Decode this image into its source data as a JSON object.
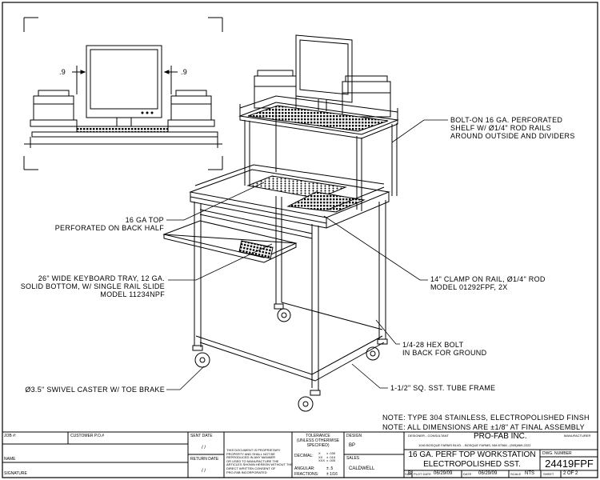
{
  "callouts": {
    "shelf": "BOLT-ON 16 GA. PERFORATED\nSHELF W/ ø1/4\" ROD RAILS\nAROUND OUTSIDE AND DIVIDERS",
    "top": "16 GA TOP\nPERFORATED ON BACK HALF",
    "tray": "26\" WIDE KEYBOARD TRAY, 12 GA.\nSOLID BOTTOM, W/ SINGLE RAIL SLIDE\nMODEL 11234NPF",
    "clamp": "14\" CLAMP ON RAIL, ø1/4\" ROD\nMODEL 01292FPF, 2X",
    "hexbolt": "1/4-28 HEX BOLT\nIN BACK FOR GROUND",
    "caster": "ø3.5\" SWIVEL CASTER W/ TOE BRAKE",
    "frame": "1-1/2\" SQ. SST. TUBE FRAME"
  },
  "dims": {
    "left": ".9",
    "right": ".9"
  },
  "notes": [
    "NOTE: TYPE 304 STAINLESS, ELECTROPOLISHED FINSH",
    "NOTE: ALL DIMENSIONS ARE ±1/8\" AT FINAL ASSEMBLY"
  ],
  "title_block": {
    "job_label": "JOB #:",
    "customer_po_label": "CUSTOMER P.O.#",
    "name_label": "NAME",
    "signature_label": "SIGNATURE",
    "sent_date_label": "SENT DATE",
    "sent_date_value": "/ /",
    "return_date_label": "RETURN DATE",
    "return_date_value": "/ /",
    "proprietary": "THIS DOCUMENT IS PROPRIETARY\nPROPERTY AND SHALL NOT BE\nREPRODUCED IN ANY MANNER\nOR USED TO MANUFACTURE THE\nARTICLES SHOWN HEREON WITHOUT THE\nDIRECT WRITTEN CONSENT OF\nPRO-FAB INCORPORATED",
    "tolerance_title": "TOLERANCE\n(UNLESS OTHERWISE\nSPECIFIED)",
    "tol_decimal_label": "DECIMAL:",
    "tol_decimal_keys": "X\nXX\nXXX",
    "tol_decimal_vals": "± .030\n± .015\n± .005",
    "tol_angular_label": "ANGULAR:",
    "tol_angular_val": "± .5",
    "tol_fraction_label": "FRACTIONS:",
    "tol_fraction_val": "± 1/16",
    "design_label": "DESIGN",
    "design_value": "BP",
    "sales_label": "SALES",
    "sales_value": "CALDWELL",
    "designer_tag": "DESIGNER - CONSULTANT",
    "manufacturer_tag": "MANUFACTURER",
    "company": "PRO-FAB INC.",
    "address": "1040 BOSQUE FARMS BLVD. - BOSQUE FARMS, NM 87068 - (505)869-2222",
    "title_line1": "16 GA. PERF TOP WORKSTATION",
    "title_line2": "ELECTROPOLISHED SST.",
    "dwg_number_label": "DWG. NUMBER",
    "dwg_number": "24419FPF",
    "size_label": "SIZE",
    "size_value": "B",
    "plot_date_label": "PLOT DATE",
    "plot_date_value": "06/29/09",
    "date_label": "DATE",
    "date_value": "06/29/09",
    "scale_label": "SCALE",
    "scale_value": "NTS",
    "sheet_label": "SHEET",
    "sheet_value": "2 OF 2"
  }
}
